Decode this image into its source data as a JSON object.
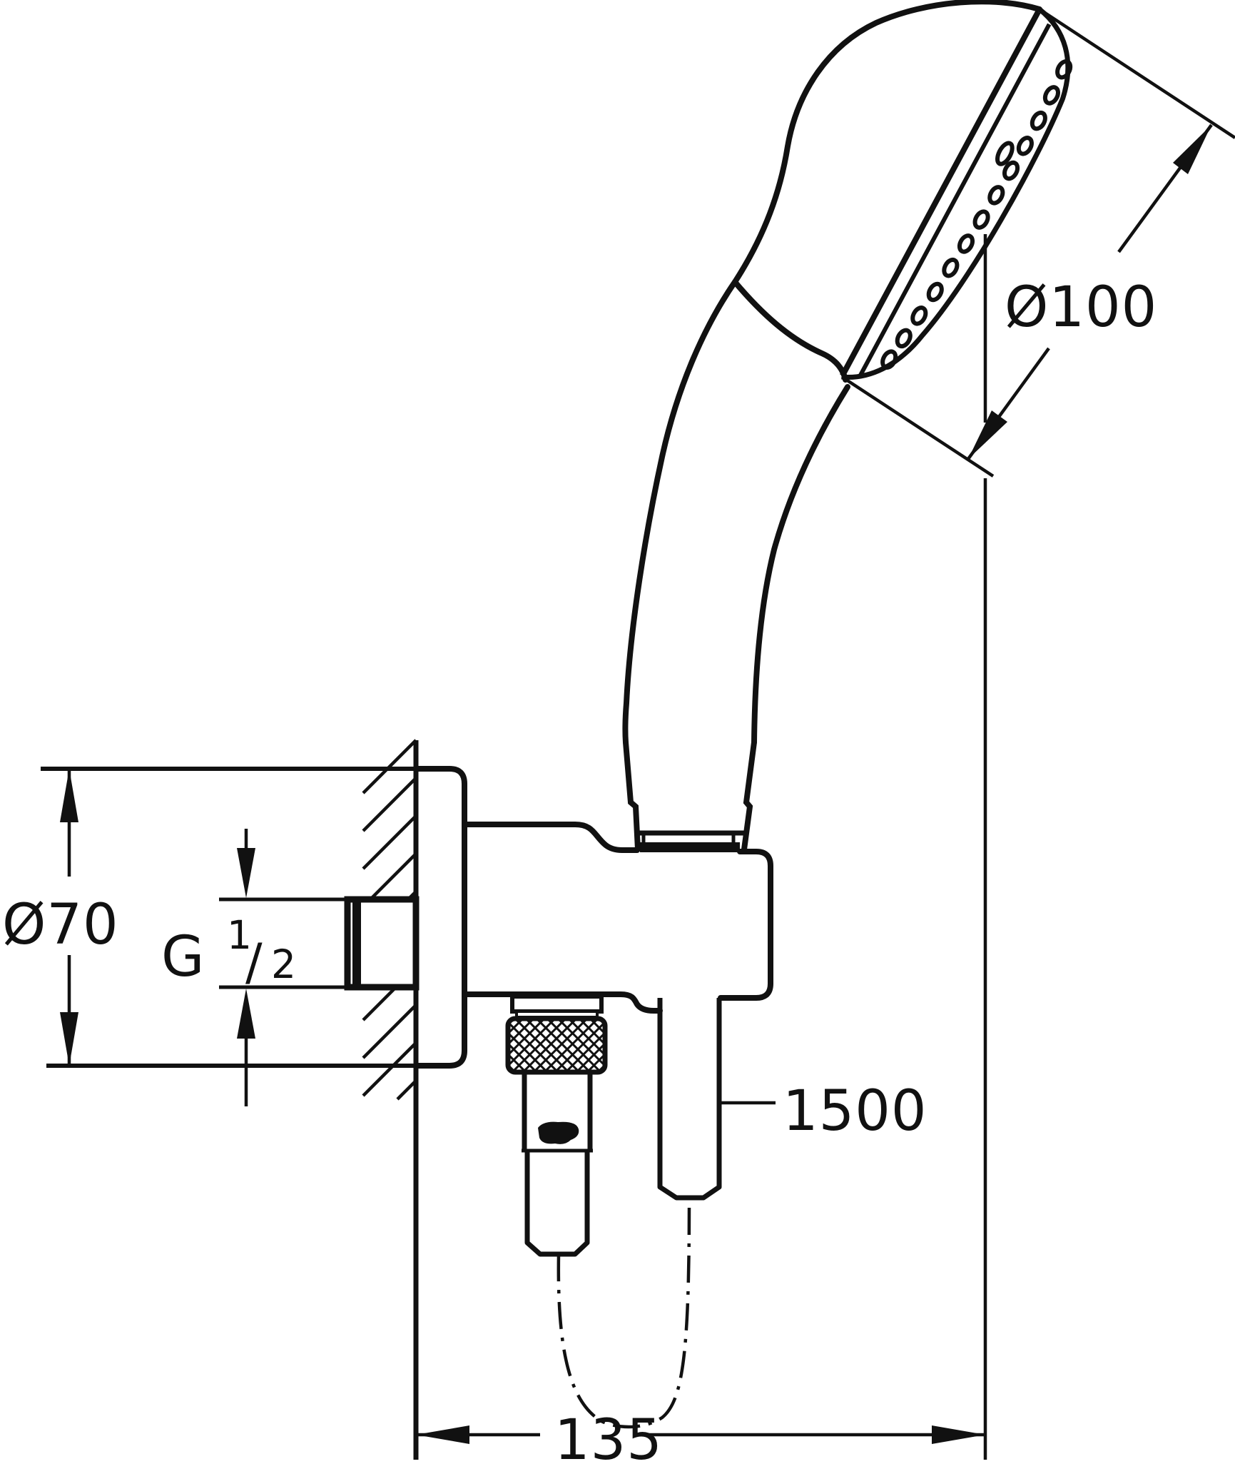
{
  "page": {
    "background": "#ffffff",
    "line_color": "#111111"
  },
  "dimensions": {
    "head_diameter": "Ø100",
    "escutcheon_diameter": "Ø70",
    "thread_letter": "G",
    "thread_numerator": "1",
    "thread_slash": "/",
    "thread_denominator": "2",
    "hose_length": "1500",
    "wall_projection": "135"
  }
}
